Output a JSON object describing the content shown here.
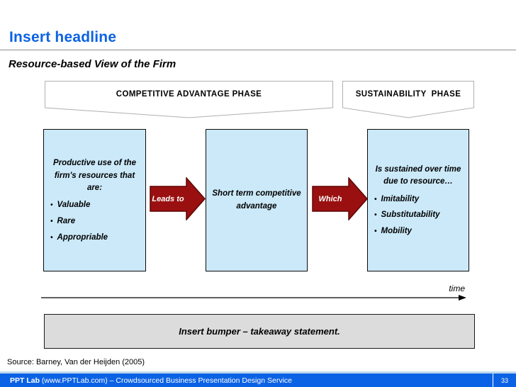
{
  "slide": {
    "headline": "Insert headline",
    "subtitle": "Resource-based View of the Firm",
    "bullet_char": "•",
    "phases": [
      {
        "label": "COMPETITIVE ADVANTAGE PHASE"
      },
      {
        "label": "SUSTAINABILITY  PHASE"
      }
    ],
    "boxes": [
      {
        "heading": "Productive use of the firm's resources that are:",
        "bullets": [
          "Valuable",
          "Rare",
          "Appropriable"
        ]
      },
      {
        "heading": "Short term competitive advantage",
        "bullets": []
      },
      {
        "heading": "Is sustained over time due to resource…",
        "bullets": [
          "Imitability",
          "Substitutability",
          "Mobility"
        ]
      }
    ],
    "arrows": [
      {
        "label": "Leads to"
      },
      {
        "label": "Which"
      }
    ],
    "time_label": "time",
    "bumper": "Insert bumper – takeaway statement.",
    "source": "Source: Barney, Van der Heijden (2005)",
    "footer": {
      "brand": "PPT Lab",
      "rest": " (www.PPTLab.com) – Crowdsourced Business Presentation Design Service",
      "page": "33"
    },
    "colors": {
      "accent_blue": "#0B62E4",
      "footer_accent_light_blue": "#BDD7EE",
      "arrow_dark_red": "#9A1010",
      "box_light_blue": "#CBE9F9",
      "bumper_gray": "#DCDCDC"
    }
  }
}
